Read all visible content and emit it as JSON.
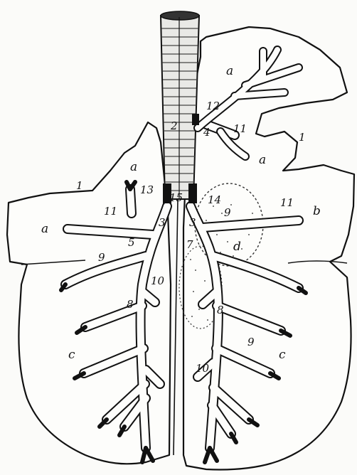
{
  "labels": {
    "a_upper_right": "a",
    "a_mid_right": "a",
    "a_upper_left": "a",
    "a_left": "a",
    "b": "b",
    "c_left": "c",
    "c_right": "c",
    "d": "d",
    "one_upper_left": "1",
    "one_upper_right": "1",
    "two": "2",
    "three_left": "3",
    "three_right": "3",
    "four": "4",
    "five": "5",
    "seven": "7",
    "eight_left": "8",
    "eight_right": "8",
    "nine_left": "9",
    "nine_right": "9",
    "nine_upper": "9",
    "ten_upper": "10",
    "ten_lower": "10",
    "eleven_right_upper": "11",
    "eleven_right": "11",
    "eleven_left": "11",
    "twelve": "12",
    "thirteen": "13",
    "fourteen": "14",
    "fifteen": "15"
  }
}
